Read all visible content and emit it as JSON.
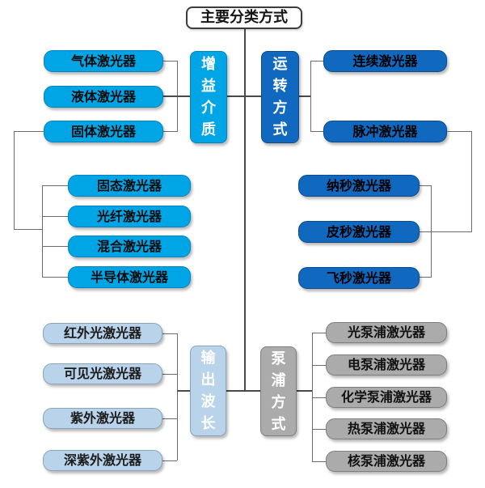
{
  "title": "主要分类方式",
  "colors": {
    "cyan": "#00A5E6",
    "dark_blue": "#1168BF",
    "light_blue": "#B9D3EB",
    "gray": "#ABABAB",
    "line": "#4A4A4A",
    "root_bg": "#FFFFFF"
  },
  "branches": {
    "gain_medium": {
      "label": "增益介质",
      "children": [
        "气体激光器",
        "液体激光器",
        "固体激光器"
      ],
      "sub_children": [
        "固态激光器",
        "光纤激光器",
        "混合激光器",
        "半导体激光器"
      ]
    },
    "operation_mode": {
      "label": "运转方式",
      "children": [
        "连续激光器",
        "脉冲激光器"
      ],
      "sub_children": [
        "纳秒激光器",
        "皮秒激光器",
        "飞秒激光器"
      ]
    },
    "output_wavelength": {
      "label": "输出波长",
      "children": [
        "红外光激光器",
        "可见光激光器",
        "紫外激光器",
        "深紫外激光器"
      ]
    },
    "pump_method": {
      "label": "泵浦方式",
      "children": [
        "光泵浦激光器",
        "电泵浦激光器",
        "化学泵浦激光器",
        "热泵浦激光器",
        "核泵浦激光器"
      ]
    }
  }
}
